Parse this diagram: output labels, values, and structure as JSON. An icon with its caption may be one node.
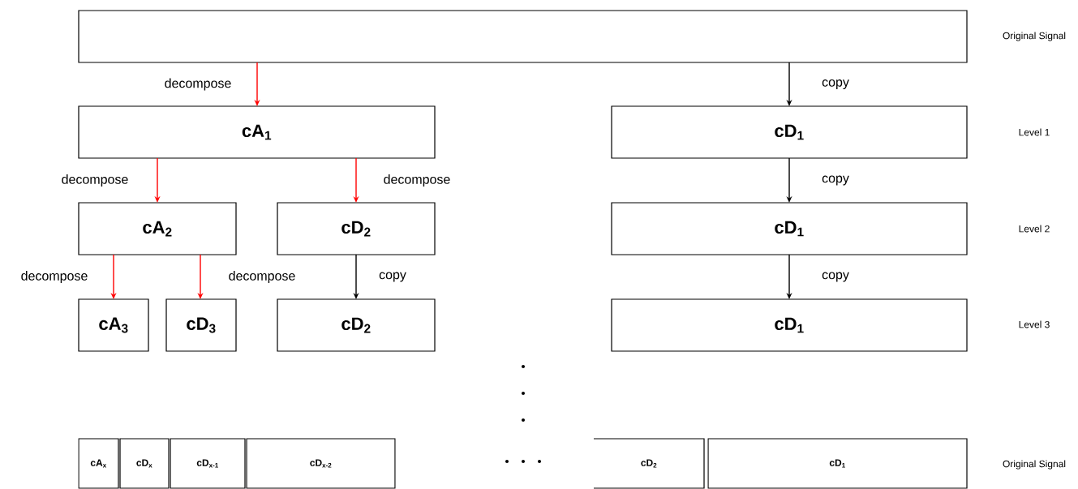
{
  "diagram": {
    "nodes": [
      {
        "text": [],
        "shape": "box"
      },
      {
        "text": [
          "cA$_{1}$"
        ]
      },
      {
        "text": [
          "cD$_{1}$"
        ]
      },
      {
        "text": [
          "cA$_{2}$"
        ]
      },
      {
        "text": [
          "cD$_{2}$"
        ]
      },
      {
        "text": [
          "cD$_{1}$"
        ]
      },
      {
        "text": [
          "cA$_{3}$"
        ]
      },
      {
        "text": [
          "cD$_{3}$"
        ]
      },
      {
        "text": [
          "cD$_{2}$"
        ]
      },
      {
        "text": [
          "cD$_{1}$"
        ]
      },
      {
        "text": [
          "cA$_{x}$"
        ]
      },
      {
        "text": [
          "cD$_{x}$"
        ]
      },
      {
        "text": [
          "cD$_{x-1}$"
        ]
      },
      {
        "text": [
          "cD$_{x-2}$"
        ]
      },
      {
        "text": [
          "cD$_{2}$"
        ]
      },
      {
        "text": [
          "cD$_{1}$"
        ]
      }
    ],
    "edges": [
      {
        "from": 0,
        "to": 1,
        "arrow": "to",
        "label": "decompose"
      },
      {
        "from": 0,
        "to": 2,
        "arrow": "to",
        "label": "copy",
        "color": "#000000"
      },
      {
        "from": 1,
        "to": 3,
        "arrow": "to",
        "label": "decompose"
      },
      {
        "from": 1,
        "to": 4,
        "arrow": "to",
        "label": "decompose"
      },
      {
        "from": 2,
        "to": 5,
        "arrow": "to",
        "label": "copy",
        "color": "#000000"
      },
      {
        "from": 3,
        "to": 6,
        "arrow": "to",
        "label": "decompose"
      },
      {
        "from": 3,
        "to": 7,
        "arrow": "to",
        "label": "decompose"
      },
      {
        "from": 4,
        "to": 8,
        "arrow": "to",
        "label": "copy",
        "color": "#000000"
      },
      {
        "from": 5,
        "to": 9,
        "arrow": "to",
        "label": "copy",
        "color": "#000000"
      }
    ],
    "labels": [
      "Original Signal",
      "Level 1",
      "Level 2",
      "Level 3",
      "Original Signal"
    ]
  }
}
